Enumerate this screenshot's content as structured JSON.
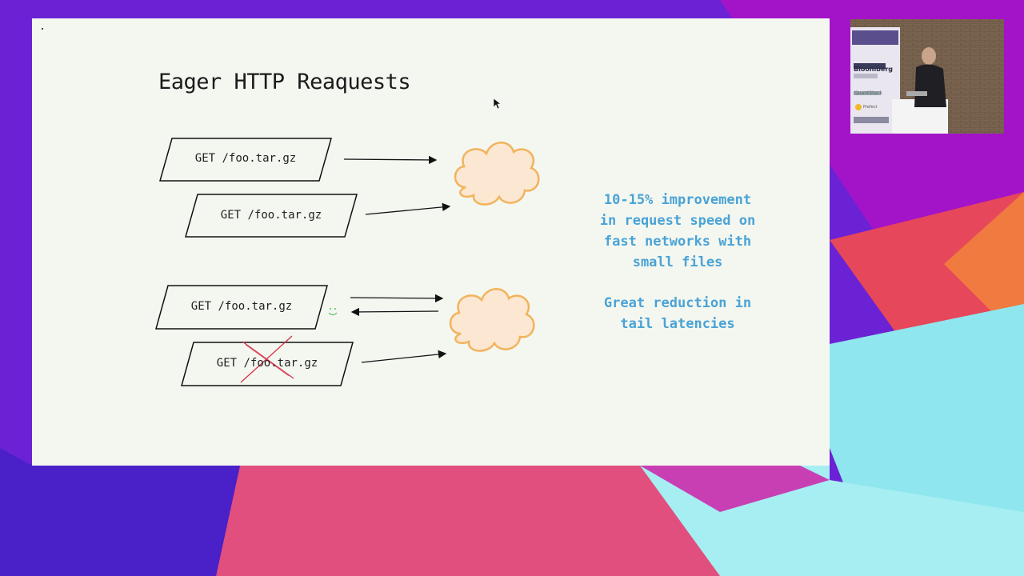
{
  "slide": {
    "title": "Eager HTTP Reaquests",
    "requests": [
      {
        "label": "GET /foo.tar.gz"
      },
      {
        "label": "GET /foo.tar.gz"
      },
      {
        "label": "GET /foo.tar.gz"
      },
      {
        "label": "GET /foo.tar.gz",
        "cancelled": true
      }
    ],
    "notes": [
      "10-15% improvement\nin request speed on\nfast networks with\nsmall files",
      "Great reduction in\ntail latencies"
    ]
  },
  "colors": {
    "note_text": "#4aa3d6",
    "cloud_fill": "#fbe7d2",
    "cloud_stroke": "#f2b35c",
    "cross": "#d4324a",
    "smile": "#56c25a"
  },
  "speaker_video": {
    "sponsor_text": [
      "Bloomberg",
      "QuantStack",
      "Prefect"
    ]
  }
}
